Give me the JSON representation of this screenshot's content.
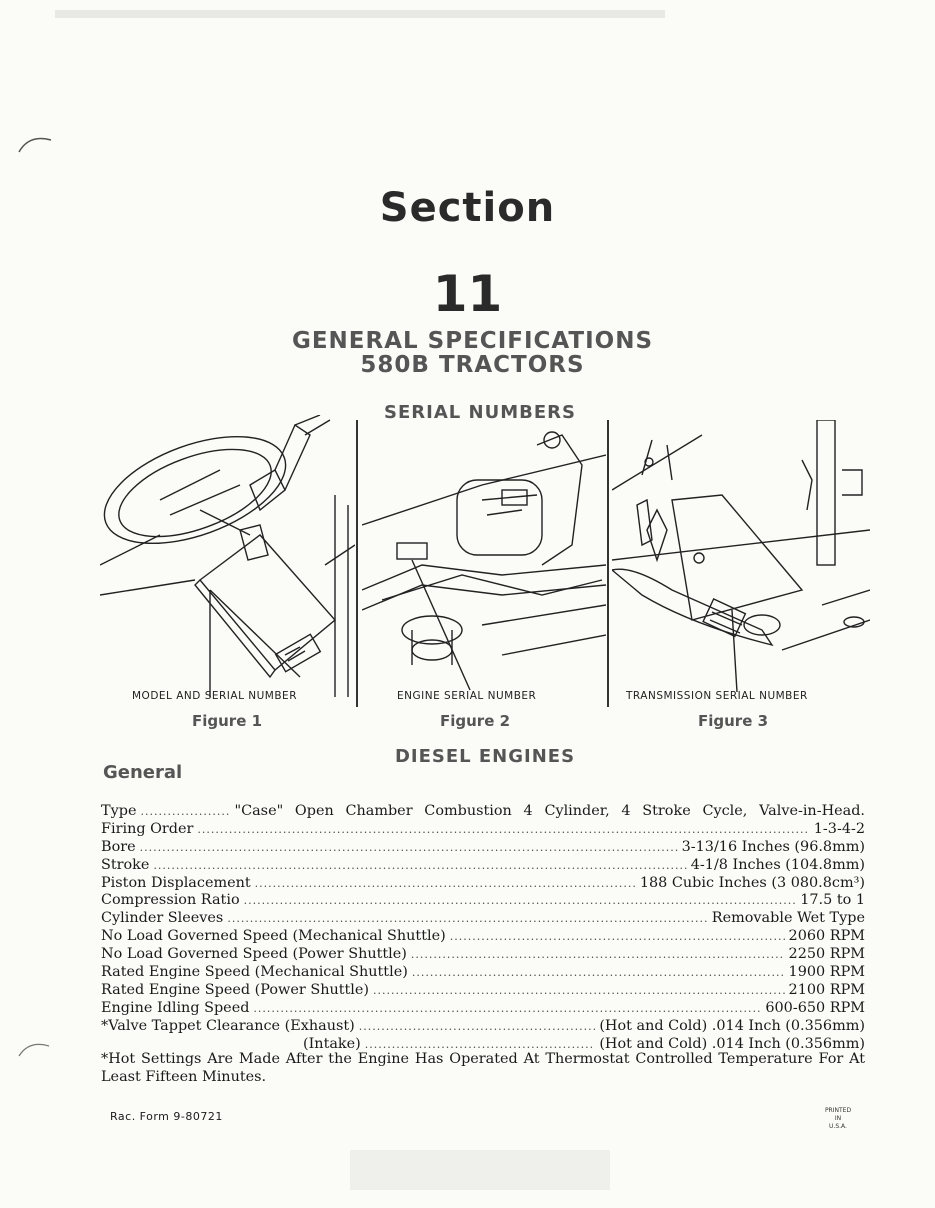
{
  "header": {
    "section_word": "Section",
    "section_number": "11",
    "title_line_1": "GENERAL SPECIFICATIONS",
    "title_line_2": "580B TRACTORS"
  },
  "serial_numbers": {
    "heading": "SERIAL NUMBERS",
    "figures": [
      {
        "caption": "MODEL AND SERIAL NUMBER",
        "label": "Figure 1"
      },
      {
        "caption": "ENGINE SERIAL NUMBER",
        "label": "Figure 2"
      },
      {
        "caption": "TRANSMISSION SERIAL NUMBER",
        "label": "Figure 3"
      }
    ]
  },
  "diesel": {
    "heading": "DIESEL ENGINES",
    "subheading": "General",
    "specs": [
      {
        "label": "Type",
        "value": "\"Case\" Open Chamber Combustion 4 Cylinder, 4 Stroke Cycle, Valve-in-Head."
      },
      {
        "label": "Firing Order",
        "value": "1-3-4-2"
      },
      {
        "label": "Bore",
        "value": "3-13/16 Inches (96.8mm)"
      },
      {
        "label": "Stroke",
        "value": "4-1/8 Inches (104.8mm)"
      },
      {
        "label": "Piston Displacement",
        "value": "188 Cubic Inches (3 080.8cm³)"
      },
      {
        "label": "Compression Ratio",
        "value": "17.5 to 1"
      },
      {
        "label": "Cylinder Sleeves",
        "value": "Removable Wet Type"
      },
      {
        "label": "No Load Governed Speed (Mechanical Shuttle)",
        "value": "2060 RPM"
      },
      {
        "label": "No Load Governed Speed (Power Shuttle)",
        "value": "2250 RPM"
      },
      {
        "label": "Rated Engine Speed (Mechanical Shuttle)",
        "value": "1900 RPM"
      },
      {
        "label": "Rated Engine Speed (Power Shuttle)",
        "value": "2100 RPM"
      },
      {
        "label": "Engine Idling Speed",
        "value": "600-650 RPM"
      },
      {
        "label": "*Valve Tappet Clearance (Exhaust)",
        "value": "(Hot and Cold) .014 Inch (0.356mm)"
      },
      {
        "label": "(Intake)",
        "value": "(Hot and Cold) .014 Inch (0.356mm)"
      }
    ],
    "footnote": "*Hot Settings Are Made After the Engine Has Operated At Thermostat Controlled Temperature For At Least Fifteen Minutes."
  },
  "footer": {
    "form_number": "Rac. Form 9-80721",
    "printed_mark_line_1": "PRINTED",
    "printed_mark_line_2": "IN",
    "printed_mark_line_3": "U.S.A."
  }
}
